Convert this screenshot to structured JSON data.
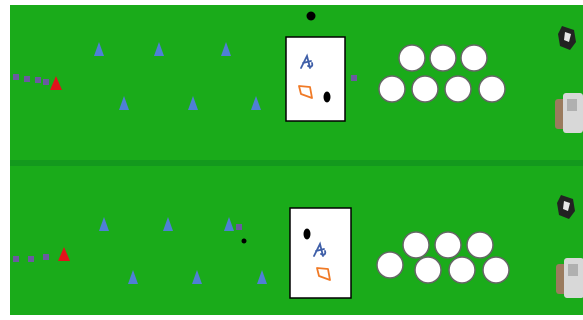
{
  "scene": {
    "background_color": "#1aab1a",
    "cone_color": "#4f7fd6",
    "start_cone_color": "#e0141b",
    "marker_color": "#7a4fa0",
    "ball_color": "#ffffff",
    "board_color": "#ffffff"
  },
  "lanes": [
    {
      "name": "top-lane",
      "markers": 4,
      "start_cone": "red-cone",
      "slalom_cones": 6,
      "target_board": {
        "icons": [
          "player-icon",
          "foot-icon",
          "ball-marker"
        ]
      },
      "balls": 7,
      "goal_icons": [
        "goalkeeper-icon",
        "player-figure-icon"
      ]
    },
    {
      "name": "bottom-lane",
      "markers": 3,
      "start_cone": "red-cone",
      "slalom_cones": 6,
      "target_board": {
        "icons": [
          "ball-marker",
          "player-icon",
          "foot-icon"
        ]
      },
      "balls": 7,
      "goal_icons": [
        "goalkeeper-icon",
        "player-figure-icon"
      ]
    }
  ]
}
